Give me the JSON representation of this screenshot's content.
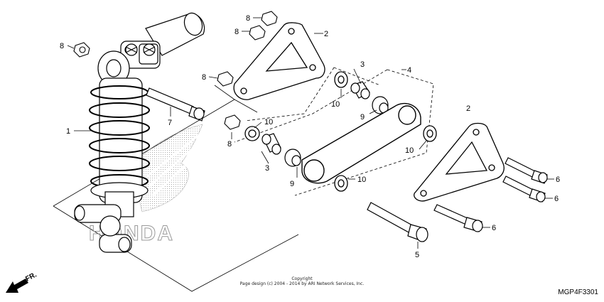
{
  "diagram": {
    "code": "MGP4F3301",
    "direction_label": "FR.",
    "watermark_text": "HONDA",
    "copyright": {
      "line1": "Copyright",
      "line2": "Page design (c) 2004 - 2014 by ARI Network Services, Inc."
    },
    "callouts": [
      {
        "id": "c1",
        "text": "1"
      },
      {
        "id": "c2a",
        "text": "2"
      },
      {
        "id": "c2b",
        "text": "2"
      },
      {
        "id": "c3a",
        "text": "3"
      },
      {
        "id": "c3b",
        "text": "3"
      },
      {
        "id": "c4",
        "text": "4"
      },
      {
        "id": "c5",
        "text": "5"
      },
      {
        "id": "c6a",
        "text": "6"
      },
      {
        "id": "c6b",
        "text": "6"
      },
      {
        "id": "c6c",
        "text": "6"
      },
      {
        "id": "c7",
        "text": "7"
      },
      {
        "id": "c8a",
        "text": "8"
      },
      {
        "id": "c8b",
        "text": "8"
      },
      {
        "id": "c8c",
        "text": "8"
      },
      {
        "id": "c8d",
        "text": "8"
      },
      {
        "id": "c8e",
        "text": "8"
      },
      {
        "id": "c9a",
        "text": "9"
      },
      {
        "id": "c9b",
        "text": "9"
      },
      {
        "id": "c10a",
        "text": "10"
      },
      {
        "id": "c10b",
        "text": "10"
      },
      {
        "id": "c10c",
        "text": "10"
      },
      {
        "id": "c10d",
        "text": "10"
      }
    ]
  }
}
